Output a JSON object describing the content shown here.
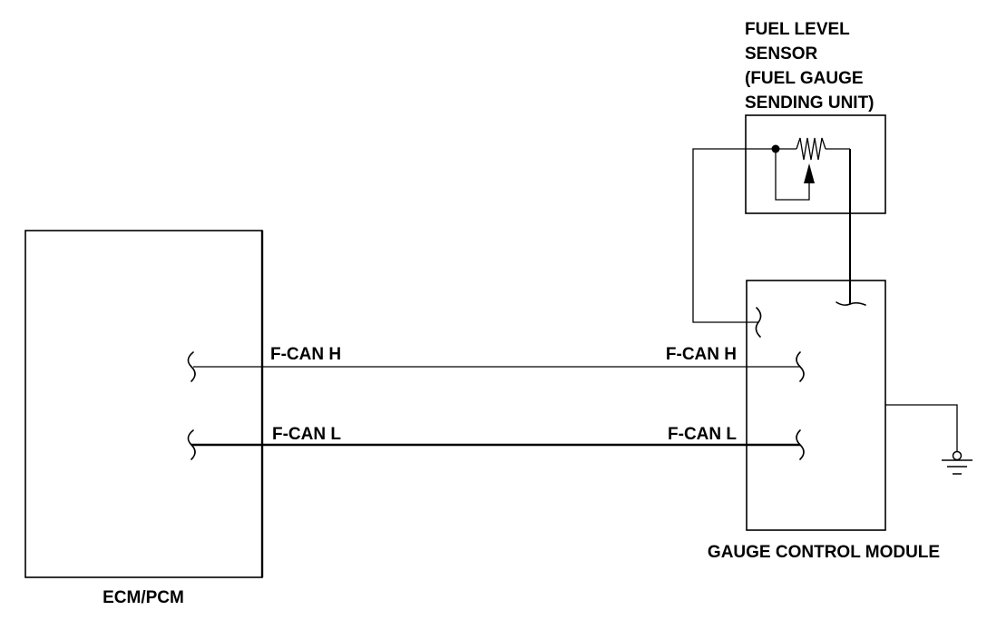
{
  "diagram": {
    "type": "wiring-schematic",
    "components": {
      "ecm": {
        "label": "ECM/PCM"
      },
      "gauge_module": {
        "label": "GAUGE CONTROL MODULE"
      },
      "fuel_sensor": {
        "label_lines": [
          "FUEL LEVEL",
          "SENSOR",
          "(FUEL GAUGE",
          "SENDING UNIT)"
        ]
      }
    },
    "wires": {
      "can_h": {
        "label_ecm_side": "F-CAN H",
        "label_gcm_side": "F-CAN H"
      },
      "can_l": {
        "label_ecm_side": "F-CAN L",
        "label_gcm_side": "F-CAN L"
      }
    },
    "colors": {
      "line": "#000000",
      "background": "#ffffff"
    }
  }
}
